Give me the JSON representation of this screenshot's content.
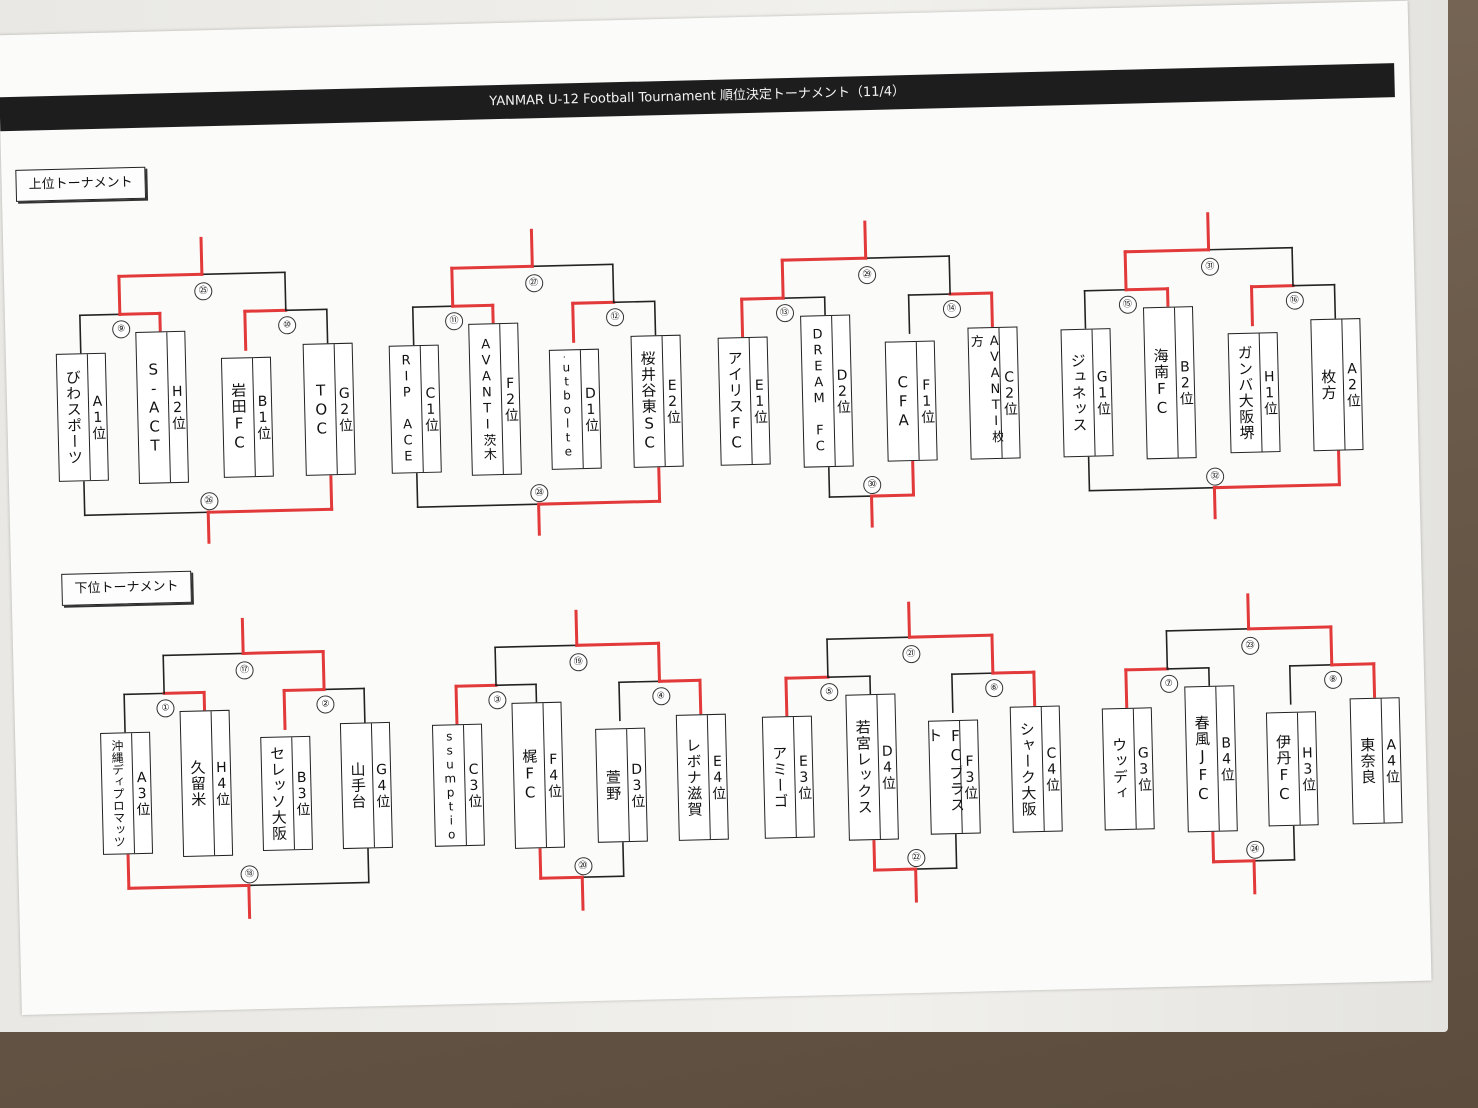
{
  "header": {
    "title": "YANMAR U-12 Football Tournament 順位決定トーナメント（11/4）"
  },
  "sections": {
    "upper": {
      "label": "上位トーナメント"
    },
    "lower": {
      "label": "下位トーナメント"
    }
  },
  "colors": {
    "bracket_line": "#222222",
    "winner_line": "#e23a3a",
    "title_bar": "#1d1d1d"
  },
  "upper_groups": [
    {
      "teams": [
        {
          "name": "びわスポーツ",
          "seed": "A1位"
        },
        {
          "name": "S-ACT",
          "seed": "H2位"
        },
        {
          "name": "岩田FC",
          "seed": "B1位"
        },
        {
          "name": "TOC",
          "seed": "G2位"
        }
      ],
      "matches": {
        "semi_left": "⑨",
        "semi_right": "⑩",
        "final": "㉕",
        "third": "㉖"
      }
    },
    {
      "teams": [
        {
          "name": "RIP ACE",
          "seed": "C1位"
        },
        {
          "name": "AVANTI茨木",
          "seed": "F2位"
        },
        {
          "name": "Futboltec",
          "seed": "D1位"
        },
        {
          "name": "桜井谷東SC",
          "seed": "E2位"
        }
      ],
      "matches": {
        "semi_left": "⑪",
        "semi_right": "⑫",
        "final": "㉗",
        "third": "㉘"
      }
    },
    {
      "teams": [
        {
          "name": "アイリスFC",
          "seed": "E1位"
        },
        {
          "name": "DREAM FC",
          "seed": "D2位"
        },
        {
          "name": "CFA",
          "seed": "F1位"
        },
        {
          "name": "AVANTI枚方",
          "seed": "C2位"
        }
      ],
      "matches": {
        "semi_left": "⑬",
        "semi_right": "⑭",
        "final": "㉙",
        "third": "㉚"
      }
    },
    {
      "teams": [
        {
          "name": "ジュネッス",
          "seed": "G1位"
        },
        {
          "name": "海南FC",
          "seed": "B2位"
        },
        {
          "name": "ガンバ大阪堺",
          "seed": "H1位"
        },
        {
          "name": "枚方",
          "seed": "A2位"
        }
      ],
      "matches": {
        "semi_left": "⑮",
        "semi_right": "⑯",
        "final": "㉛",
        "third": "㉜"
      }
    }
  ],
  "lower_groups": [
    {
      "teams": [
        {
          "name": "沖縄ディプロマッツ",
          "seed": "A3位"
        },
        {
          "name": "久留米",
          "seed": "H4位"
        },
        {
          "name": "セレッソ大阪",
          "seed": "B3位"
        },
        {
          "name": "山手台",
          "seed": "G4位"
        }
      ],
      "matches": {
        "semi_left": "①",
        "semi_right": "②",
        "final": "⑰",
        "third": "⑱"
      }
    },
    {
      "teams": [
        {
          "name": "Assumption",
          "seed": "C3位"
        },
        {
          "name": "梶FC",
          "seed": "F4位"
        },
        {
          "name": "萱野",
          "seed": "D3位"
        },
        {
          "name": "レボナ滋賀",
          "seed": "E4位"
        }
      ],
      "matches": {
        "semi_left": "③",
        "semi_right": "④",
        "final": "⑲",
        "third": "⑳"
      }
    },
    {
      "teams": [
        {
          "name": "アミーゴ",
          "seed": "E3位"
        },
        {
          "name": "若宮レックス",
          "seed": "D4位"
        },
        {
          "name": "FCブラスト",
          "seed": "F3位"
        },
        {
          "name": "シャーク大阪",
          "seed": "C4位"
        }
      ],
      "matches": {
        "semi_left": "⑤",
        "semi_right": "⑥",
        "final": "㉑",
        "third": "㉒"
      }
    },
    {
      "teams": [
        {
          "name": "ウッディ",
          "seed": "G3位"
        },
        {
          "name": "春風JFC",
          "seed": "B4位"
        },
        {
          "name": "伊丹FC",
          "seed": "H3位"
        },
        {
          "name": "東奈良",
          "seed": "A4位"
        }
      ],
      "matches": {
        "semi_left": "⑦",
        "semi_right": "⑧",
        "final": "㉓",
        "third": "㉔"
      }
    }
  ]
}
